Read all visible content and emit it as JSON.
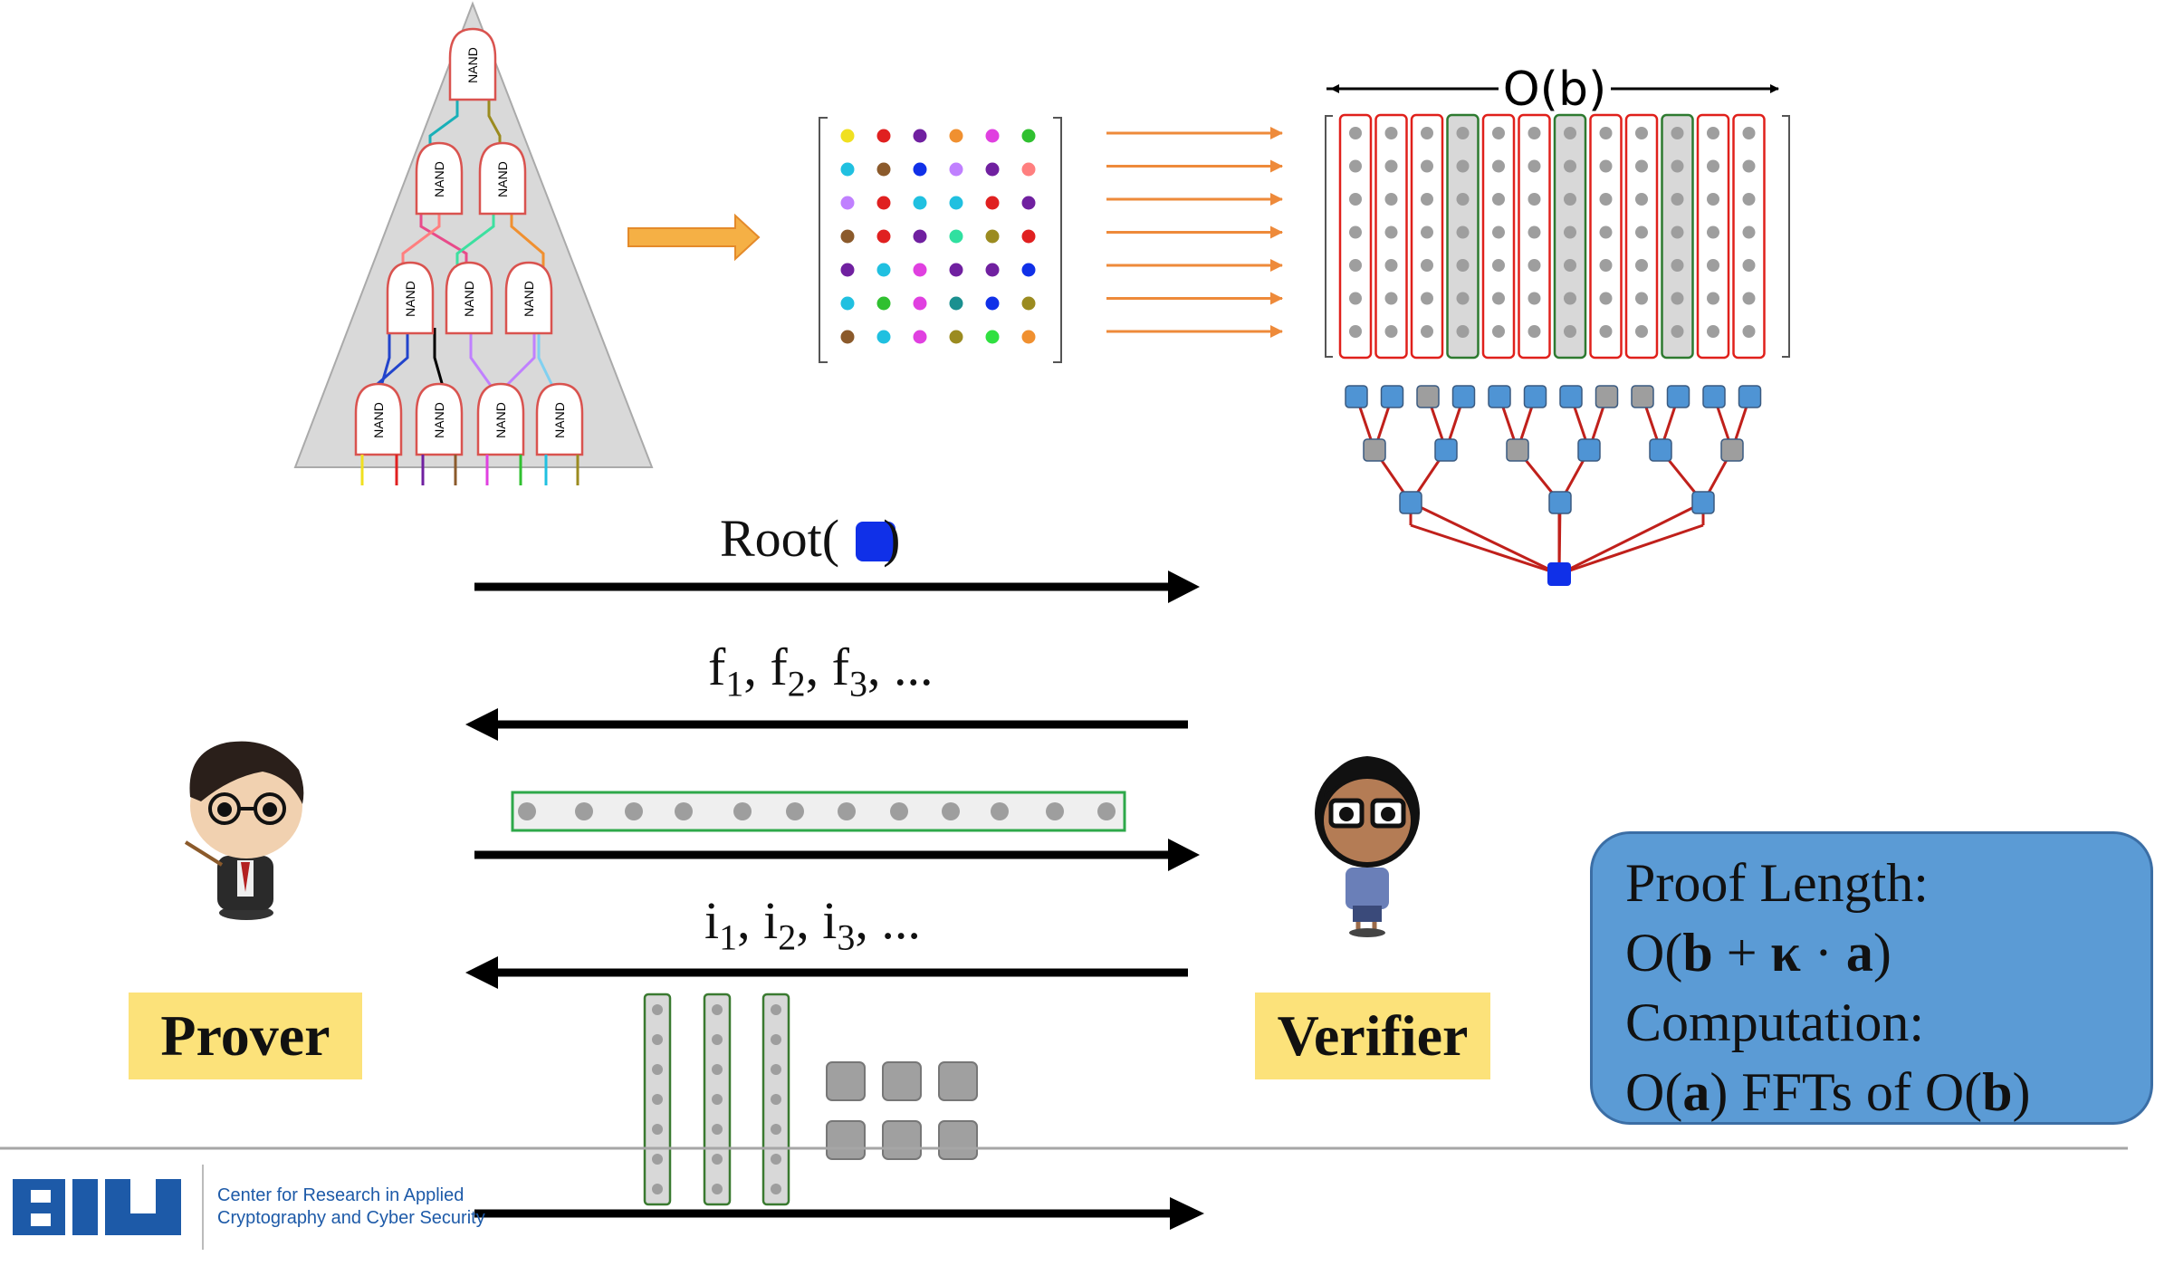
{
  "colors": {
    "nand_border": "#d9534f",
    "tree_bg": "#d9d9d9",
    "column_red": "#e0201b",
    "column_green": "#2e8b3a",
    "node_blue": "#4f94d4",
    "node_gray": "#9e9e9e",
    "root_blue": "#1030e8",
    "arrow_orange": "#ee8a3a",
    "label_yellow": "#fce27a",
    "box_blue": "#5b9bd5",
    "logo_blue": "#1d5aa8"
  },
  "circuit": {
    "gate_label": "NAND"
  },
  "messages": {
    "root": "Root(",
    "root_close": ")",
    "f_prefix": "f",
    "f_subs": [
      "1",
      "2",
      "3"
    ],
    "i_prefix": "i",
    "i_subs": [
      "1",
      "2",
      "3"
    ],
    "sep": ", ",
    "ellipsis": "..."
  },
  "labels": {
    "prover": "Prover",
    "verifier": "Verifier",
    "matrix_width": "O(b)"
  },
  "info_box": {
    "line1": "Proof Length:",
    "line2_pre": "O(",
    "line2_b": "b",
    "line2_plus": " + ",
    "line2_k": "κ",
    "line2_dot": " · ",
    "line2_a": "a",
    "line2_post": ")",
    "line3": "Computation:",
    "line4_pre": "O(",
    "line4_a": "a",
    "line4_mid": ") FFTs of O(",
    "line4_b": "b",
    "line4_post": ")"
  },
  "footer": {
    "logo": "BIU",
    "org_line1": "Center for Research in Applied",
    "org_line2": "Cryptography and Cyber Security"
  },
  "icons": [
    "nand-gate-icon",
    "prover-figure-icon",
    "verifier-figure-icon",
    "biu-logo-icon"
  ]
}
